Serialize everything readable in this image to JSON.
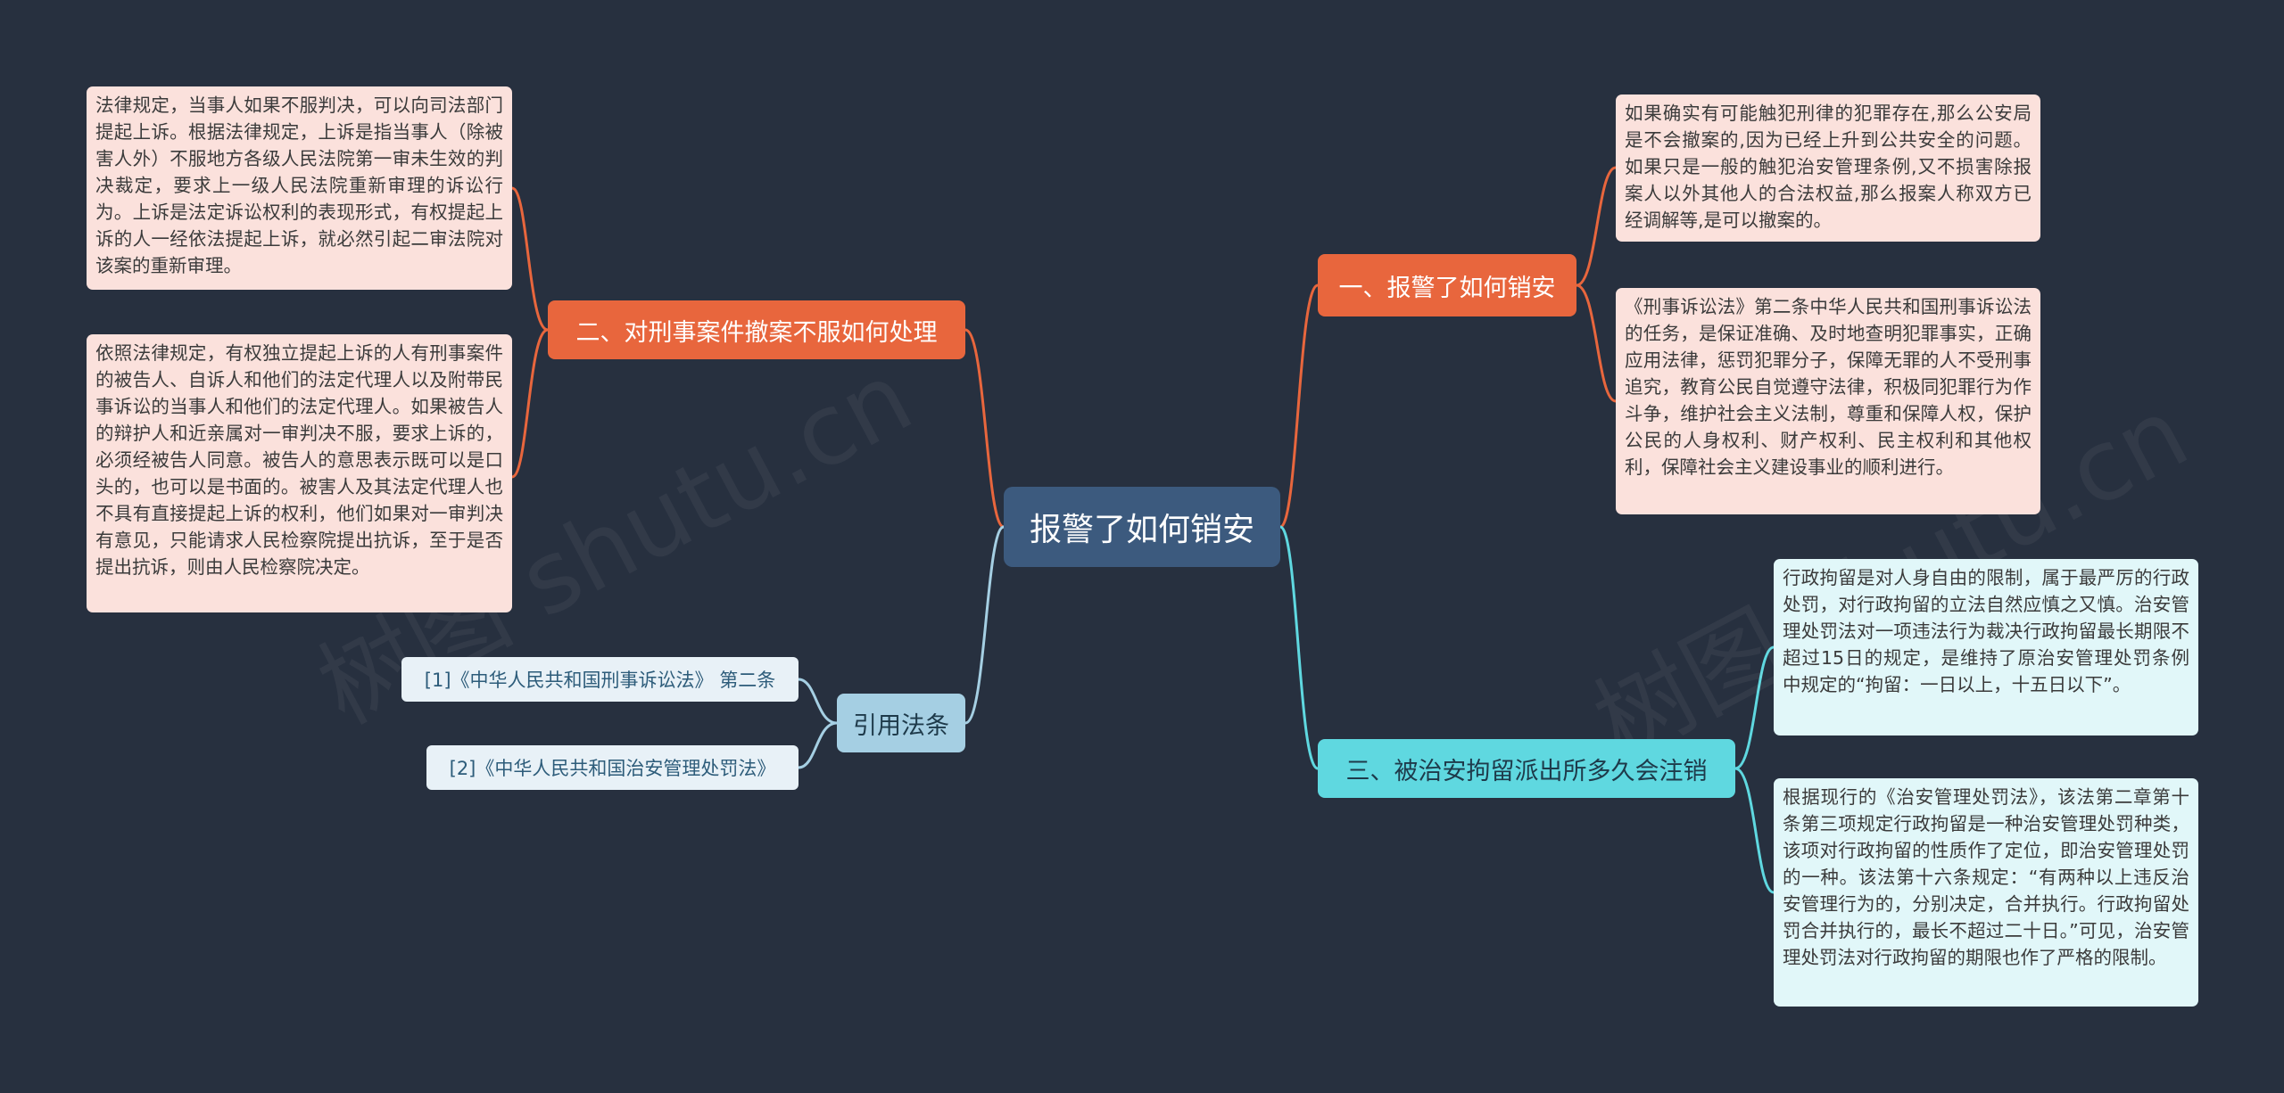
{
  "root": {
    "label": "报警了如何销安"
  },
  "branches": {
    "b1": {
      "label": "一、报警了如何销安",
      "leaves": [
        "如果确实有可能触犯刑律的犯罪存在,那么公安局是不会撤案的,因为已经上升到公共安全的问题。如果只是一般的触犯治安管理条例,又不损害除报案人以外其他人的合法权益,那么报案人称双方已经调解等,是可以撤案的。",
        "《刑事诉讼法》第二条中华人民共和国刑事诉讼法的任务，是保证准确、及时地查明犯罪事实，正确应用法律，惩罚犯罪分子，保障无罪的人不受刑事追究，教育公民自觉遵守法律，积极同犯罪行为作斗争，维护社会主义法制，尊重和保障人权，保护公民的人身权利、财产权利、民主权利和其他权利，保障社会主义建设事业的顺利进行。"
      ]
    },
    "b2": {
      "label": "二、对刑事案件撤案不服如何处理",
      "leaves": [
        "法律规定，当事人如果不服判决，可以向司法部门提起上诉。根据法律规定，上诉是指当事人（除被害人外）不服地方各级人民法院第一审未生效的判决裁定，要求上一级人民法院重新审理的诉讼行为。上诉是法定诉讼权利的表现形式，有权提起上诉的人一经依法提起上诉，就必然引起二审法院对该案的重新审理。",
        "依照法律规定，有权独立提起上诉的人有刑事案件的被告人、自诉人和他们的法定代理人以及附带民事诉讼的当事人和他们的法定代理人。如果被告人的辩护人和近亲属对一审判决不服，要求上诉的，必须经被告人同意。被告人的意思表示既可以是口头的，也可以是书面的。被害人及其法定代理人也不具有直接提起上诉的权利，他们如果对一审判决有意见，只能请求人民检察院提出抗诉，至于是否提出抗诉，则由人民检察院决定。"
      ]
    },
    "b3": {
      "label": "三、被治安拘留派出所多久会注销",
      "leaves": [
        "行政拘留是对人身自由的限制，属于最严厉的行政处罚，对行政拘留的立法自然应慎之又慎。治安管理处罚法对一项违法行为裁决行政拘留最长期限不超过15日的规定，是维持了原治安管理处罚条例中规定的“拘留：一日以上，十五日以下”。",
        "根据现行的《治安管理处罚法》，该法第二章第十条第三项规定行政拘留是一种治安管理处罚种类，该项对行政拘留的性质作了定位，即治安管理处罚的一种。该法第十六条规定：“有两种以上违反治安管理行为的，分别决定，合并执行。行政拘留处罚合并执行的，最长不超过二十日。”可见，治安管理处罚法对行政拘留的期限也作了严格的限制。"
      ]
    },
    "b4": {
      "label": "引用法条",
      "citations": [
        "[1]《中华人民共和国刑事诉讼法》 第二条",
        "[2]《中华人民共和国治安管理处罚法》"
      ]
    }
  },
  "watermark": "树图 shutu.cn",
  "colors": {
    "background": "#27303f",
    "root": "#3c5a7e",
    "orange": "#e8663d",
    "cyan": "#5fd8e0",
    "blue": "#a5cfe3",
    "pink_leaf": "#fbe1dc",
    "aqua_leaf": "#e1f7f9"
  }
}
